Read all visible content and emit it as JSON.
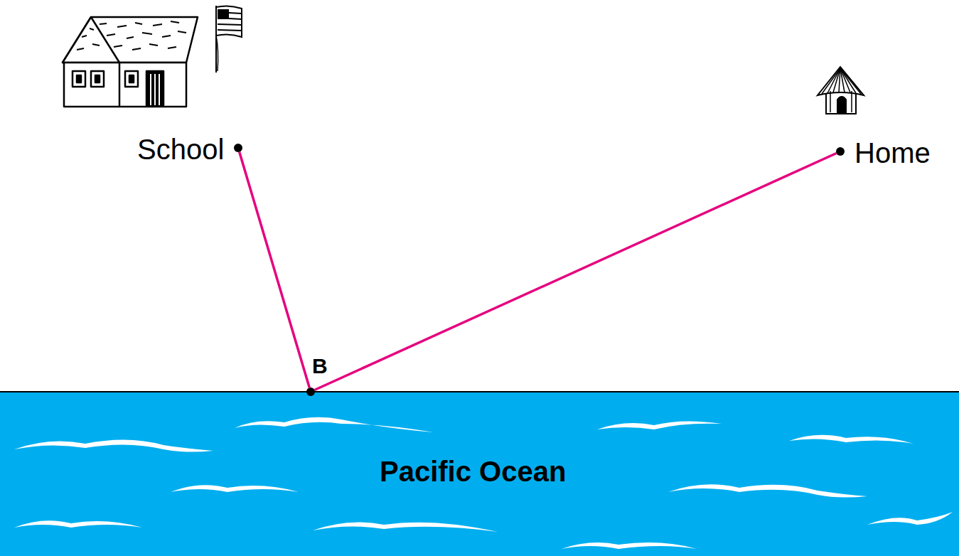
{
  "diagram": {
    "nodes": [
      {
        "text": [
          "School"
        ]
      },
      {
        "text": [
          "Home"
        ]
      },
      {
        "text": [
          "B"
        ]
      },
      {
        "text": [
          "Pacific Ocean"
        ]
      }
    ],
    "edges": [
      {
        "from": 0,
        "to": 2,
        "arrow": "none"
      },
      {
        "from": 2,
        "to": 1,
        "arrow": "none"
      }
    ]
  }
}
